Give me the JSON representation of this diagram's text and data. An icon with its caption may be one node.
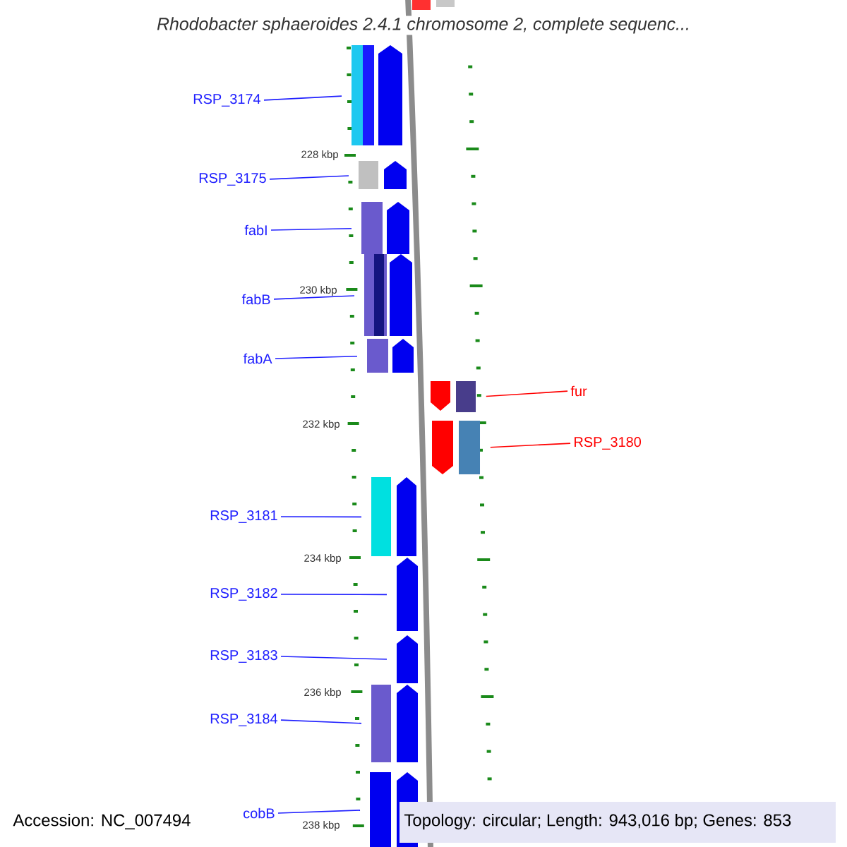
{
  "diagram": {
    "title": "Rhodobacter sphaeroides 2.4.1 chromosome 2, complete sequenc...",
    "nodes": [
      {
        "text": [
          "RSP_3174"
        ]
      },
      {
        "text": [
          "RSP_3175"
        ]
      },
      {
        "text": [
          "fabI"
        ]
      },
      {
        "text": [
          "fabB"
        ]
      },
      {
        "text": [
          "fabA"
        ]
      },
      {
        "text": [
          "fur"
        ]
      },
      {
        "text": [
          "RSP_3180"
        ]
      },
      {
        "text": [
          "RSP_3181"
        ]
      },
      {
        "text": [
          "RSP_3182"
        ]
      },
      {
        "text": [
          "RSP_3183"
        ]
      },
      {
        "text": [
          "RSP_3184"
        ]
      },
      {
        "text": [
          "cobB"
        ]
      },
      {
        "text": [],
        "shape": "bar"
      },
      {
        "text": [],
        "shape": "bar"
      },
      {
        "text": [],
        "shape": "bar"
      },
      {
        "text": [],
        "shape": "bar"
      },
      {
        "text": [],
        "shape": "bar"
      },
      {
        "text": [],
        "shape": "bar"
      },
      {
        "text": [],
        "shape": "bar"
      },
      {
        "text": [],
        "shape": "bar"
      },
      {
        "text": [],
        "shape": "arrow"
      },
      {
        "text": [],
        "shape": "arrow"
      },
      {
        "text": [],
        "shape": "bar"
      },
      {
        "text": [],
        "shape": "bar"
      },
      {
        "text": [],
        "shape": "arrow"
      },
      {
        "text": [],
        "shape": "arrow"
      },
      {
        "text": [],
        "shape": "arrow"
      },
      {
        "text": [],
        "shape": "arrow"
      },
      {
        "text": [],
        "shape": "arrow"
      },
      {
        "text": [],
        "shape": "arrow"
      },
      {
        "text": [],
        "shape": "arrow"
      },
      {
        "text": [],
        "shape": "arrow"
      },
      {
        "text": [],
        "shape": "arrow"
      },
      {
        "text": [],
        "shape": "arrow"
      }
    ],
    "edges": [
      {
        "from": 0,
        "to": 12,
        "arrow": "none"
      },
      {
        "from": 1,
        "to": 13,
        "arrow": "none"
      },
      {
        "from": 2,
        "to": 14,
        "arrow": "none"
      },
      {
        "from": 3,
        "to": 15,
        "arrow": "none"
      },
      {
        "from": 4,
        "to": 16,
        "arrow": "none"
      },
      {
        "from": 5,
        "to": 17,
        "arrow": "none",
        "color": "#ff0000"
      },
      {
        "from": 6,
        "to": 18,
        "arrow": "none",
        "color": "#ff0000"
      },
      {
        "from": 7,
        "to": 19,
        "arrow": "none"
      },
      {
        "from": 8,
        "to": 20,
        "arrow": "none"
      },
      {
        "from": 9,
        "to": 21,
        "arrow": "none"
      },
      {
        "from": 10,
        "to": 22,
        "arrow": "none"
      },
      {
        "from": 11,
        "to": 23,
        "arrow": "none"
      }
    ],
    "labels": [
      "228 kbp",
      "230 kbp",
      "232 kbp",
      "234 kbp",
      "236 kbp",
      "238 kbp",
      "Accession: NC_007494",
      "Topology: circular; Length: 943,016 bp; Genes: 853"
    ]
  }
}
